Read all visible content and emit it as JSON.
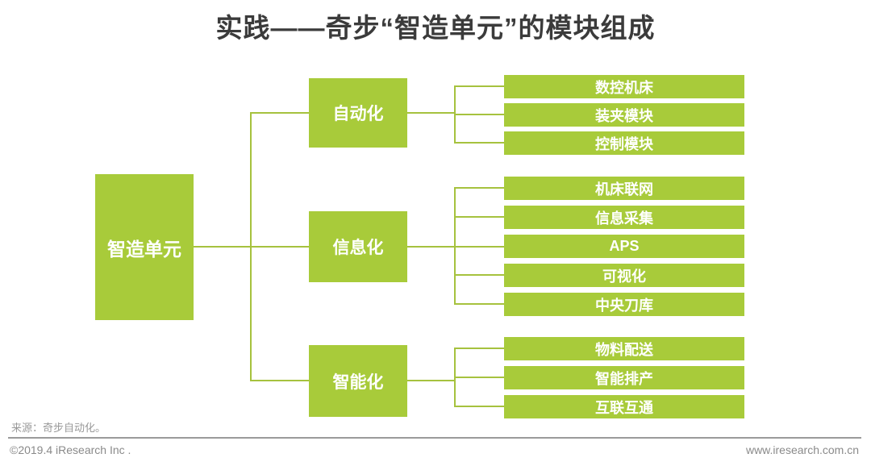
{
  "title": "实践——奇步“智造单元”的模块组成",
  "colors": {
    "box_green": "#a8cb3a",
    "line_green": "#a6c23e",
    "title_text": "#3b3b3b",
    "footer_text": "#8a8a8a",
    "background": "#ffffff"
  },
  "tree": {
    "root": {
      "label": "智造单元"
    },
    "branches": [
      {
        "label": "自动化",
        "children": [
          {
            "label": "数控机床"
          },
          {
            "label": "装夹模块"
          },
          {
            "label": "控制模块"
          }
        ]
      },
      {
        "label": "信息化",
        "children": [
          {
            "label": "机床联网"
          },
          {
            "label": "信息采集"
          },
          {
            "label": "APS"
          },
          {
            "label": "可视化"
          },
          {
            "label": "中央刀库"
          }
        ]
      },
      {
        "label": "智能化",
        "children": [
          {
            "label": "物料配送"
          },
          {
            "label": "智能排产"
          },
          {
            "label": "互联互通"
          }
        ]
      }
    ]
  },
  "footer": {
    "source": "来源：奇步自动化。",
    "copyright": "©2019.4 iResearch Inc .",
    "website": "www.iresearch.com.cn"
  }
}
